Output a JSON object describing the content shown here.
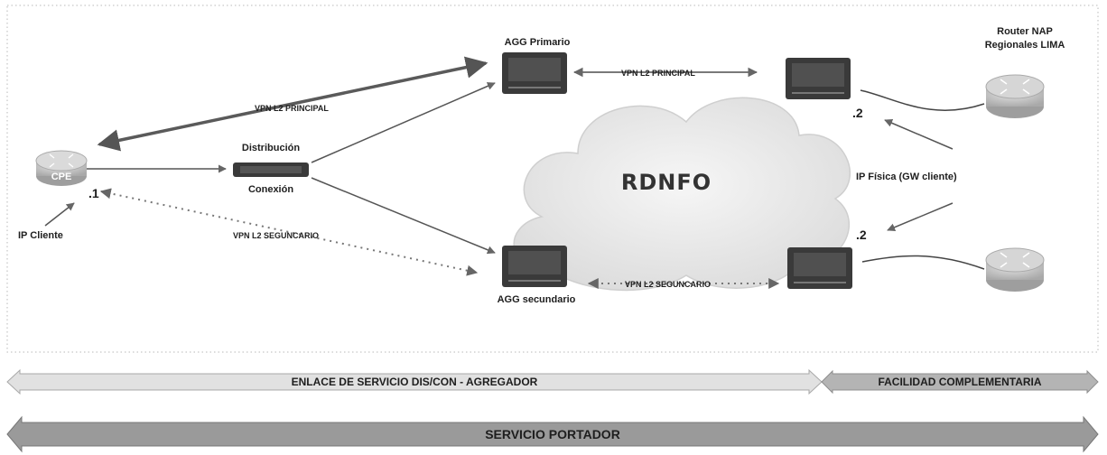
{
  "nodes": {
    "cpe": "CPE",
    "agg_primario": "AGG Primario",
    "agg_secundario": "AGG secundario",
    "distribucion": "Distribución",
    "conexion": "Conexión",
    "router_nap": [
      "Router NAP",
      "Regionales LIMA"
    ],
    "cloud": "RDNFO"
  },
  "labels": {
    "ip_cliente": "IP Cliente",
    "cpe_ip": ".1",
    "nap_ip_top": ".2",
    "nap_ip_bottom": ".2",
    "ip_fisica": "IP Física (GW cliente)",
    "vpn_principal_left": "VPN L2  PRINCIPAL",
    "vpn_principal_right": "VPN L2  PRINCIPAL",
    "vpn_secundario_left": "VPN L2  SEGUNCARIO",
    "vpn_secundario_right": "VPN L2  SEGUNCARIO"
  },
  "bands": {
    "enlace": "ENLACE DE SERVICIO DIS/CON - AGREGADOR",
    "facilidad": "FACILIDAD COMPLEMENTARIA",
    "servicio": "SERVICIO PORTADOR"
  },
  "colors": {
    "band_light": "#e1e1e1",
    "band_mid": "#b4b4b4",
    "band_dark": "#9a9a9a",
    "line_dark": "#555555",
    "cloud": "#e9e9e9",
    "device": "#3a3a3a",
    "router": "#c7c7c7"
  },
  "icons": {
    "cpe": "router-icon",
    "agg": "switch-icon",
    "distribucion": "switch-icon",
    "nap": "router-icon"
  }
}
